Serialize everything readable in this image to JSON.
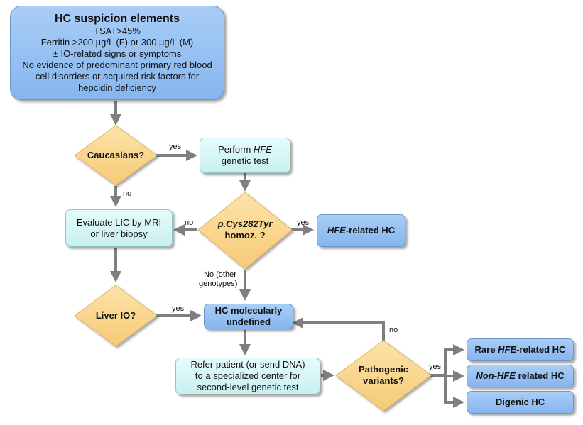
{
  "top": {
    "title": "HC suspicion elements",
    "lines": [
      "TSAT>45%",
      "Ferritin >200 µg/L (F) or 300 µg/L (M)",
      "± IO-related signs or symptoms",
      "No evidence of predominant primary red blood",
      "cell disorders or acquired risk factors for",
      "hepcidin deficiency"
    ]
  },
  "caucasians": "Caucasians?",
  "perform_hfe": {
    "pre": "Perform ",
    "gene": "HFE",
    "line2": "genetic test"
  },
  "evaluate_lic": {
    "line1": "Evaluate LIC  by MRI",
    "line2": "or liver biopsy"
  },
  "cys282": {
    "line1": "p.Cys282Tyr",
    "line2": "homoz. ?"
  },
  "hfe_related": {
    "gene": "HFE",
    "rest": "-related HC"
  },
  "liver_io": "Liver IO?",
  "undefined_box": {
    "line1": "HC molecularly",
    "line2": "undefined"
  },
  "refer": {
    "line1": "Refer patient (or send DNA)",
    "line2": "to a specialized center for",
    "line3": "second-level genetic test"
  },
  "pathogenic": {
    "line1": "Pathogenic",
    "line2": "variants?"
  },
  "rare_hfe": {
    "pre": "Rare ",
    "gene": "HFE",
    "rest": "-related HC"
  },
  "non_hfe": {
    "gene": "Non-HFE",
    "rest": " related HC"
  },
  "digenic": "Digenic HC",
  "edges": {
    "yes_caucasians": "yes",
    "no_caucasians": "no",
    "no_cys": "no",
    "yes_cys": "yes",
    "other_genotypes": [
      "No (other",
      "genotypes)"
    ],
    "yes_liver": "yes",
    "no_pathogenic": "no",
    "yes_pathogenic": "yes"
  },
  "colors": {
    "blue_box": "#8fbcf1",
    "cyan_box": "#d4f5f5",
    "diamond": "#f8d48f",
    "arrow": "#7f7f7f"
  }
}
